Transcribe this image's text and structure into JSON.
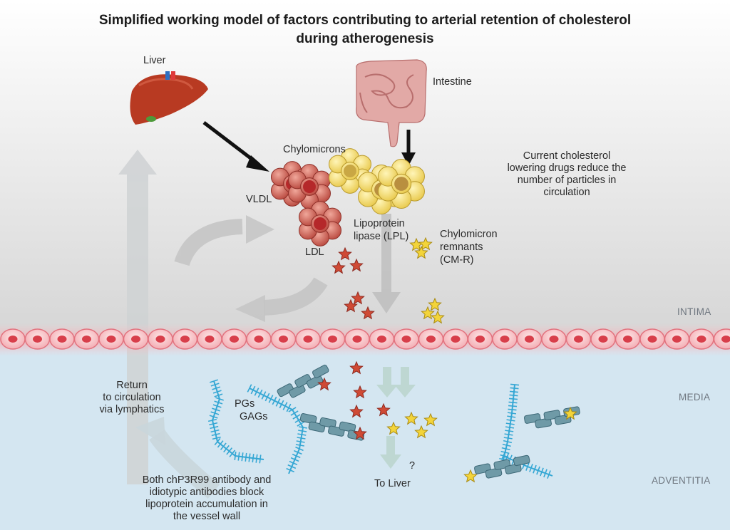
{
  "title": {
    "line1": "Simplified working model of factors contributing to arterial retention of cholesterol",
    "line2": "during atherogenesis"
  },
  "labels": {
    "liver": "Liver",
    "intestine": "Intestine",
    "chylomicrons": "Chylomicrons",
    "vldl": "VLDL",
    "ldl": "LDL",
    "lpl_line1": "Lipoprotein",
    "lpl_line2": "lipase (LPL)",
    "cmr_line1": "Chylomicron",
    "cmr_line2": "remnants",
    "cmr_line3": "(CM-R)",
    "drugs_line1": "Current cholesterol",
    "drugs_line2": "lowering drugs reduce the",
    "drugs_line3": "number of particles in",
    "drugs_line4": "circulation",
    "return_line1": "Return",
    "return_line2": "to circulation",
    "return_line3": "via lymphatics",
    "pgs": "PGs",
    "gags": "GAGs",
    "question": "?",
    "to_liver": "To Liver",
    "antibody_line1": "Both chP3R99 antibody and",
    "antibody_line2": "idiotypic antibodies block",
    "antibody_line3": "lipoprotein accumulation in",
    "antibody_line4": "the vessel wall"
  },
  "layers": {
    "intima": "INTIMA",
    "media": "MEDIA",
    "adventitia": "ADVENTITIA"
  },
  "colors": {
    "intima_bg_top": "#ffffff",
    "intima_bg_bottom": "#d6d6d6",
    "media_bg": "#d4e6f1",
    "endothelium": "#f2a3ab",
    "liver": "#b83a22",
    "intestine": "#e2a9a6",
    "ldl_particle": "#c9574e",
    "chylomicron_particle": "#f7df6c",
    "ldl_star": "#cf4a35",
    "remnant_star": "#f3d43a",
    "pg_chain": "#35a7d4",
    "collagen_block": "#6f9aa7",
    "flow_arrow_light": "#c8c8c8",
    "flow_arrow_pale": "#bfd8cf"
  }
}
